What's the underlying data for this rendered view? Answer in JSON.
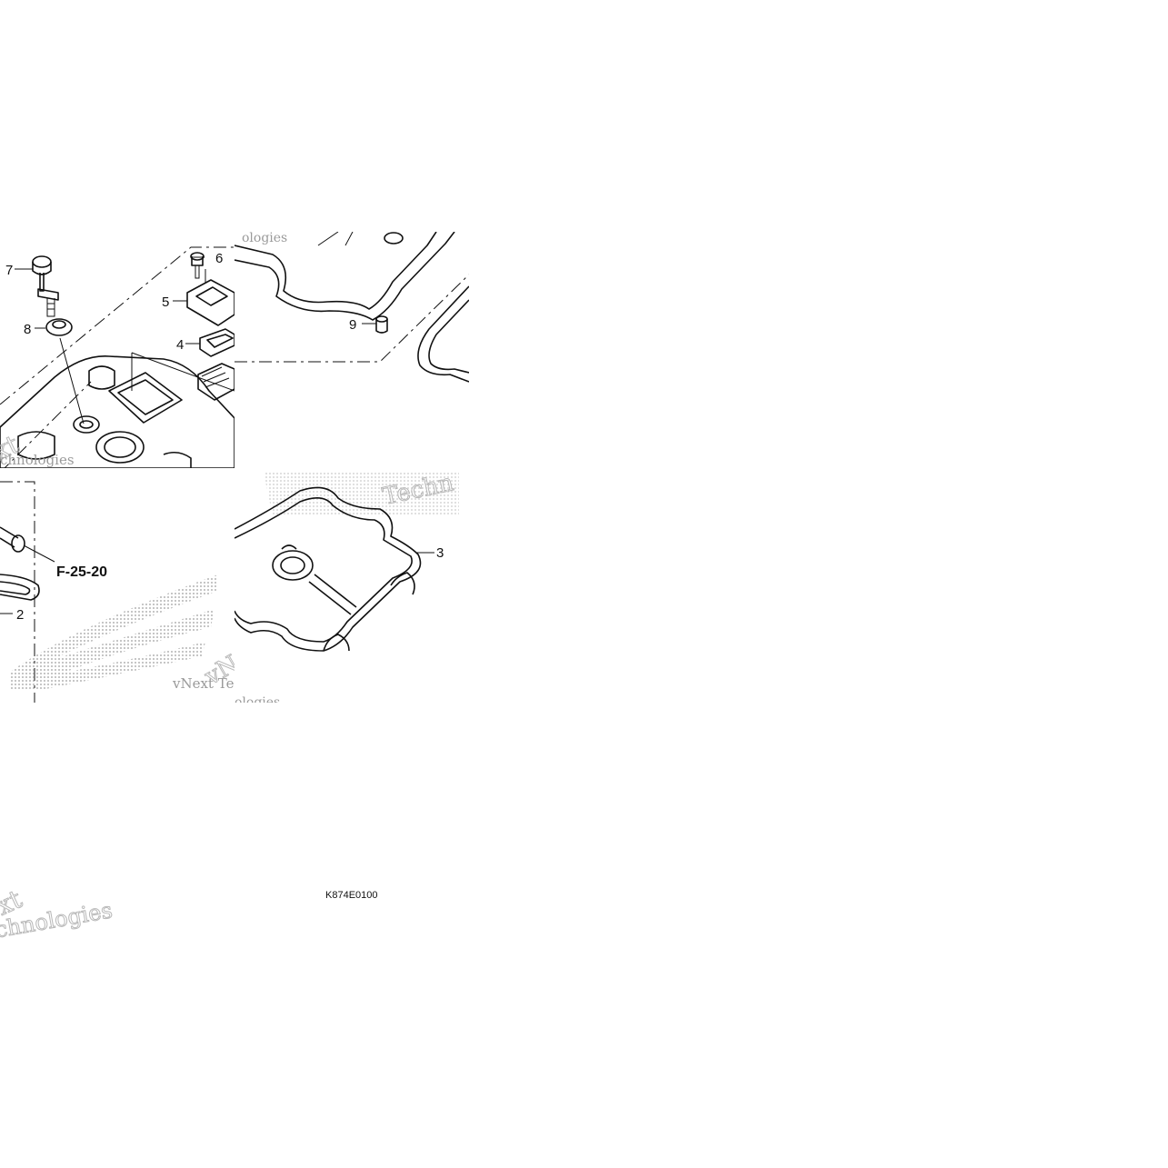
{
  "diagram": {
    "callouts": [
      {
        "id": "callout-1",
        "label": "7"
      },
      {
        "id": "callout-2",
        "label": "6"
      },
      {
        "id": "callout-3",
        "label": "5"
      },
      {
        "id": "callout-4",
        "label": "8"
      },
      {
        "id": "callout-5",
        "label": "4"
      },
      {
        "id": "callout-6",
        "label": "9"
      },
      {
        "id": "callout-7",
        "label": "3"
      },
      {
        "id": "callout-8",
        "label": "2"
      }
    ],
    "reference_label": "F-25-20",
    "figure_code": "K874E0100",
    "watermarks": {
      "a": "ologies",
      "b": "chnologies",
      "c": "xt",
      "d": "Techn",
      "e": "vNext Tec",
      "f": "vNe",
      "g": "ologies",
      "h": "xt",
      "i": "chnologies"
    }
  }
}
